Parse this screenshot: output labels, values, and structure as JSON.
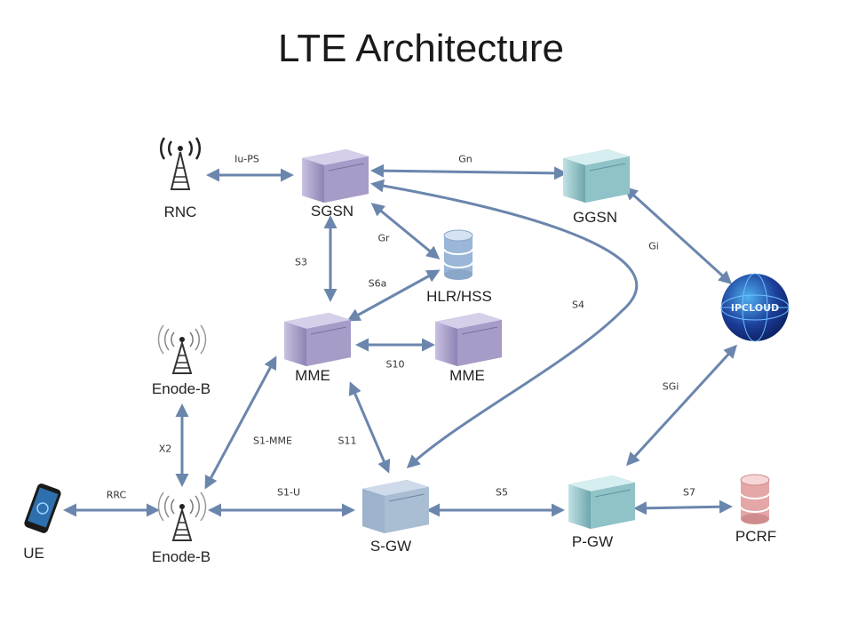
{
  "title": "LTE Architecture",
  "nodes": {
    "rnc": "RNC",
    "sgsn": "SGSN",
    "ggsn": "GGSN",
    "hlr": "HLR/HSS",
    "mme": "MME",
    "mme2": "MME",
    "enodeb_top": "Enode-B",
    "enodeb_bottom": "Enode-B",
    "ue": "UE",
    "sgw": "S-GW",
    "pgw": "P-GW",
    "pcrf": "PCRF",
    "cloud": "IPCLOUD"
  },
  "edges": {
    "iu_ps": "Iu-PS",
    "gn": "Gn",
    "gr": "Gr",
    "s3": "S3",
    "s6a": "S6a",
    "s4": "S4",
    "gi": "Gi",
    "s10": "S10",
    "x2": "X2",
    "s1_mme": "S1-MME",
    "s11": "S11",
    "sgi": "SGi",
    "rrc": "RRC",
    "s1_u": "S1-U",
    "s5": "S5",
    "s7": "S7"
  },
  "colors": {
    "link": "#6b86ad",
    "server_purple": "#a79bc7",
    "server_teal": "#8fc3c8",
    "db_blue": "#9ab6d8",
    "db_pink": "#e4a6a6",
    "cloud_blue": "#1c3f9a"
  }
}
